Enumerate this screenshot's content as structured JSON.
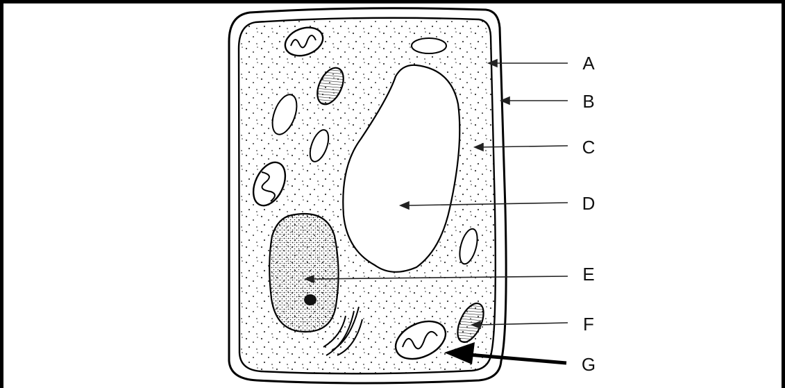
{
  "diagram": {
    "subject": "plant cell",
    "labels": [
      {
        "id": "A",
        "text": "A"
      },
      {
        "id": "B",
        "text": "B"
      },
      {
        "id": "C",
        "text": "C"
      },
      {
        "id": "D",
        "text": "D"
      },
      {
        "id": "E",
        "text": "E"
      },
      {
        "id": "F",
        "text": "F"
      },
      {
        "id": "G",
        "text": "G"
      }
    ]
  }
}
